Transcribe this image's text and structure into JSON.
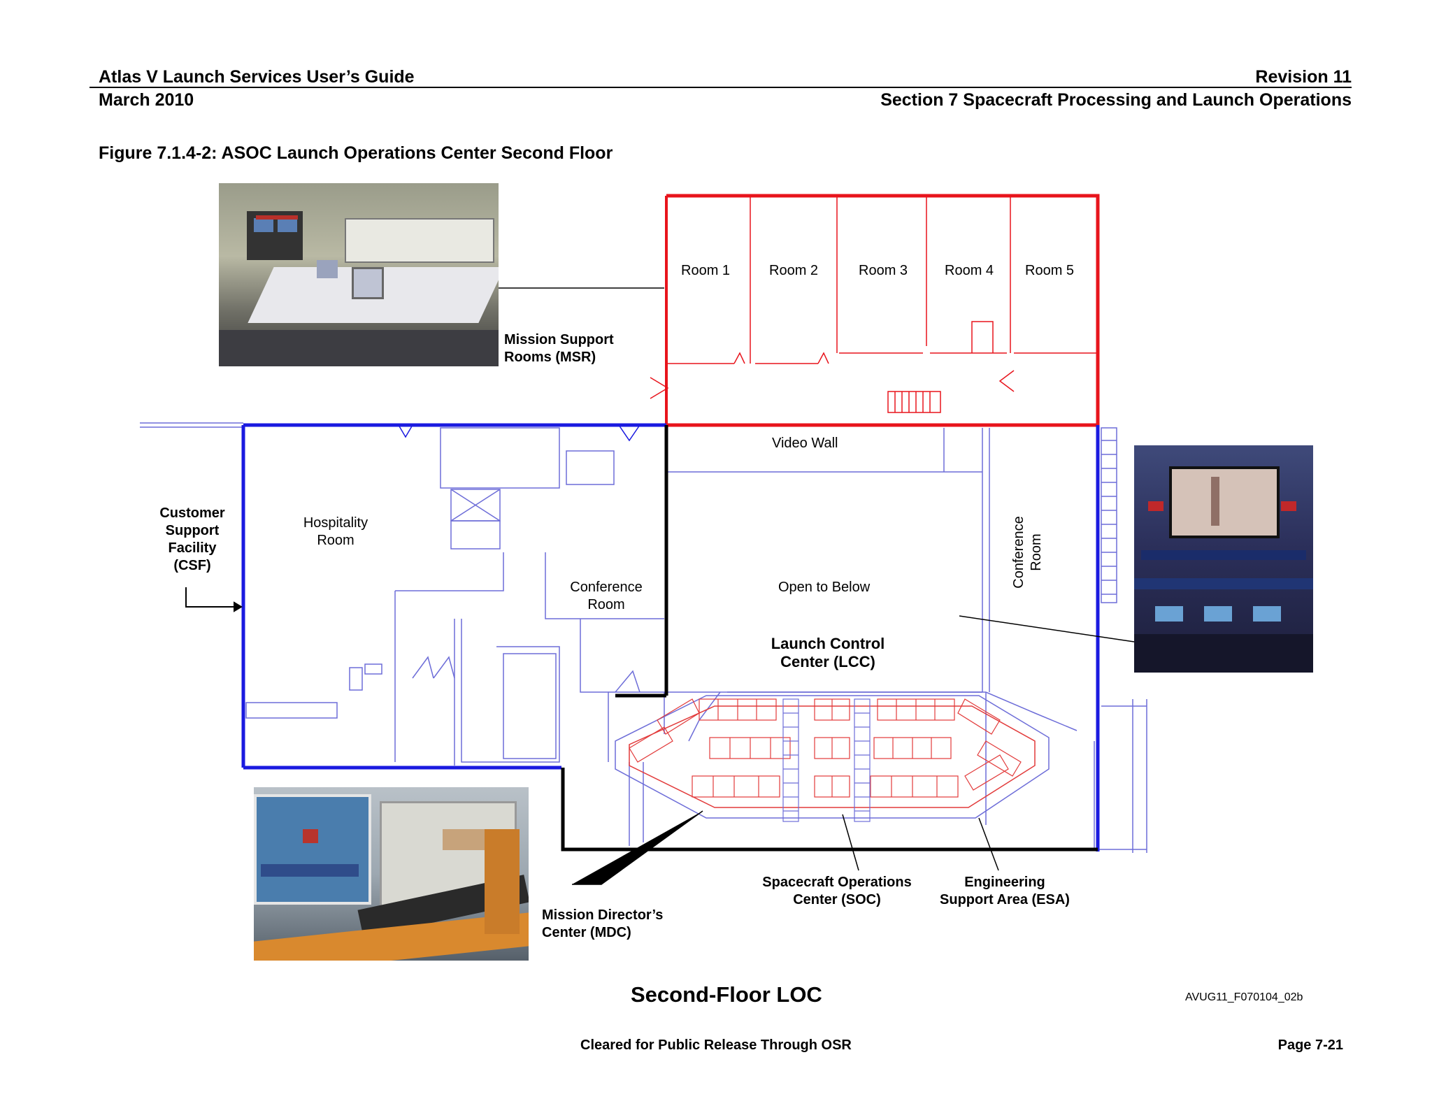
{
  "header": {
    "doc_title": "Atlas V Launch Services User’s Guide",
    "revision": "Revision 11",
    "date": "March 2010",
    "section": "Section 7 Spacecraft Processing and Launch Operations"
  },
  "figure_title": "Figure 7.1.4-2: ASOC Launch Operations Center Second Floor",
  "rooms": {
    "room1": "Room 1",
    "room2": "Room 2",
    "room3": "Room 3",
    "room4": "Room 4",
    "room5": "Room 5",
    "video_wall": "Video Wall",
    "hospitality_1": "Hospitality",
    "hospitality_2": "Room",
    "conference_1": "Conference",
    "conference_2": "Room",
    "open_below": "Open to Below",
    "lcc_1": "Launch Control",
    "lcc_2": "Center (LCC)",
    "side_conference_1": "Conference",
    "side_conference_2": "Room"
  },
  "callouts": {
    "msr_1": "Mission Support",
    "msr_2": "Rooms (MSR)",
    "csf_1": "Customer",
    "csf_2": "Support",
    "csf_3": "Facility",
    "csf_4": "(CSF)",
    "soc_1": "Spacecraft Operations",
    "soc_2": "Center (SOC)",
    "esa_1": "Engineering",
    "esa_2": "Support Area (ESA)",
    "mdc_1": "Mission Director’s",
    "mdc_2": "Center (MDC)"
  },
  "caption": "Second-Floor LOC",
  "figure_id": "AVUG11_F070104_02b",
  "footer": {
    "release": "Cleared for Public Release Through OSR",
    "page": "Page 7-21"
  },
  "colors": {
    "msr_outline": "#e8141c",
    "csf_outline": "#1a1ae0",
    "lcc_outline": "#000000",
    "plan_lines": "#6d6dd8",
    "console_lines": "#e23a3a"
  }
}
